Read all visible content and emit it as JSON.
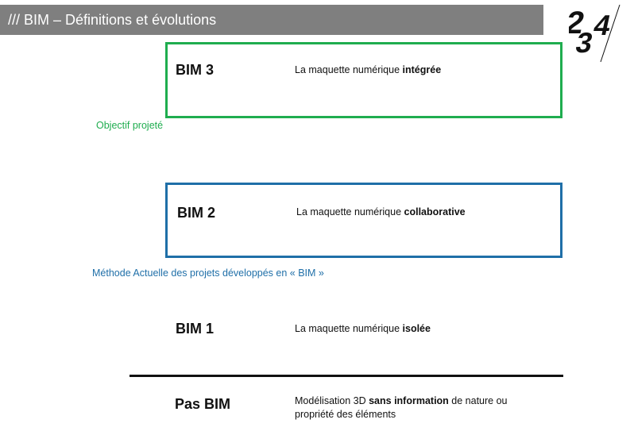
{
  "header": {
    "title": "/// BIM – Définitions et évolutions"
  },
  "logo": {
    "text": "234"
  },
  "colors": {
    "header_bg": "#7f7f7f",
    "green": "#1fad4f",
    "blue": "#1f6fa8"
  },
  "levels": [
    {
      "title": "BIM 3",
      "desc_prefix": "La maquette numérique ",
      "desc_bold": "intégrée",
      "desc_suffix": ""
    },
    {
      "title": "BIM 2",
      "desc_prefix": "La maquette numérique ",
      "desc_bold": "collaborative",
      "desc_suffix": ""
    },
    {
      "title": "BIM 1",
      "desc_prefix": "La maquette numérique ",
      "desc_bold": "isolée",
      "desc_suffix": ""
    },
    {
      "title": "Pas BIM",
      "desc_prefix": "Modélisation 3D ",
      "desc_bold": "sans information",
      "desc_suffix": " de nature ou propriété des éléments"
    }
  ],
  "notes": {
    "objectif": "Objectif projeté",
    "methode": "Méthode Actuelle des projets développés en « BIM »"
  }
}
